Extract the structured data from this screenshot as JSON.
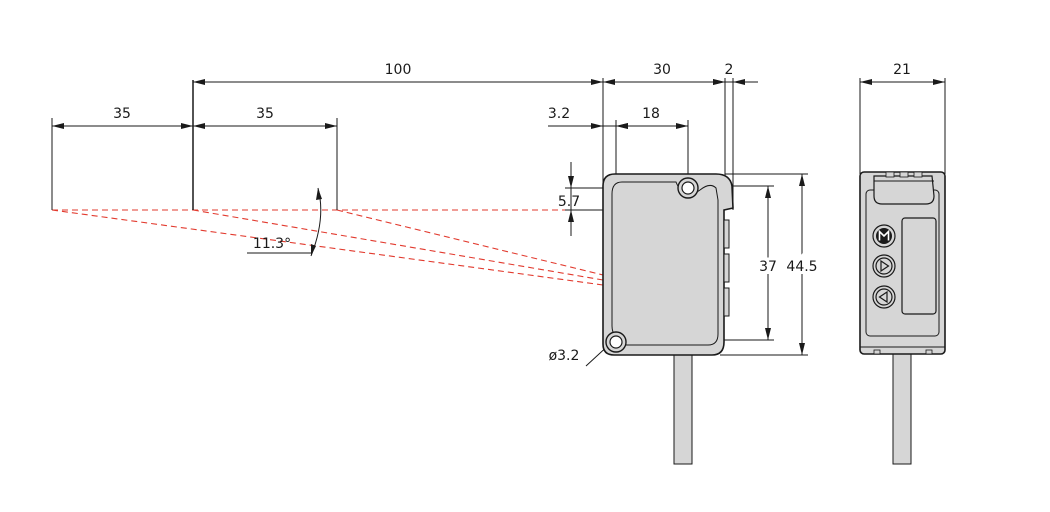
{
  "labels": {
    "range_total": "100",
    "range_near": "35",
    "range_far": "35",
    "body_depth": "30",
    "rear_offset": "2",
    "emitter_offset": "3.2",
    "hole_offset": "18",
    "beam_height": "5.7",
    "beam_angle": "11.3°",
    "hole_diameter": "ø3.2",
    "hole_pitch": "37",
    "body_height": "44.5",
    "body_width": "21"
  },
  "icons": {
    "mode_button": "M-icon",
    "up_button": "triangle-right-icon",
    "down_button": "triangle-left-icon"
  },
  "colors": {
    "laser": "#e23a2e",
    "body_fill": "#d6d6d6",
    "outline": "#1a1a1a"
  }
}
